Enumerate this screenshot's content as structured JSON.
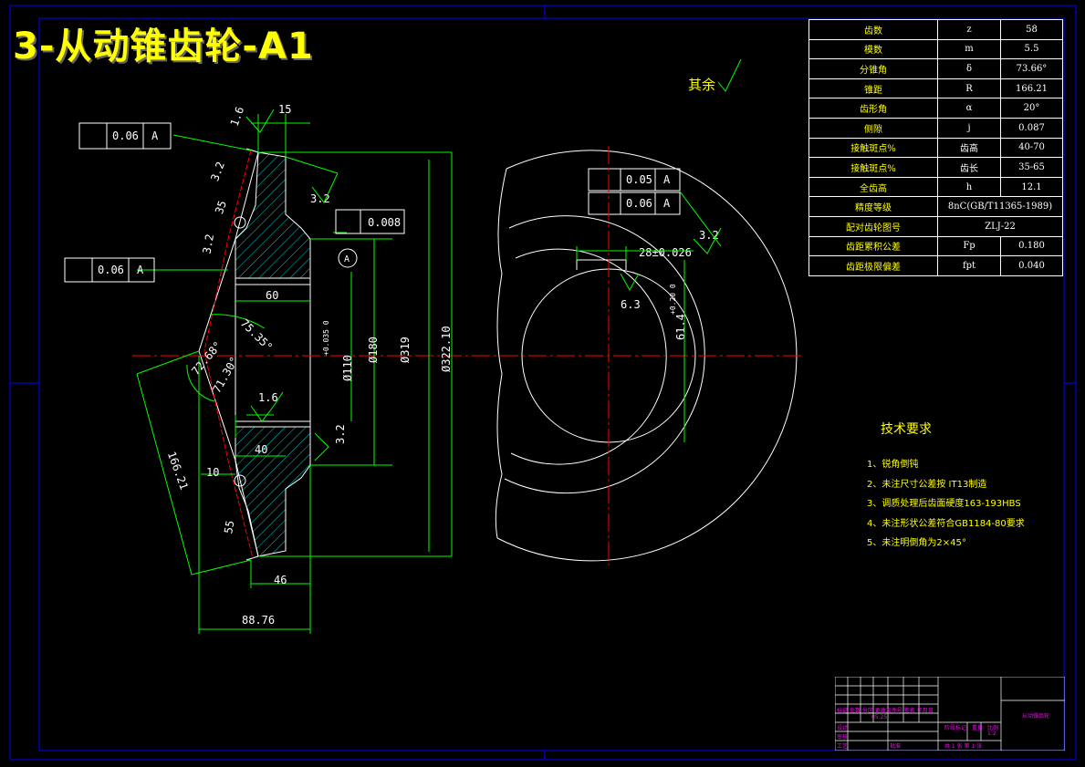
{
  "title": "3-从动锥齿轮-A1",
  "other_surfaces_note": "其余",
  "params": [
    {
      "name": "齿数",
      "symbol": "z",
      "value": "58"
    },
    {
      "name": "模数",
      "symbol": "m",
      "value": "5.5"
    },
    {
      "name": "分锥角",
      "symbol": "δ",
      "value": "73.66°"
    },
    {
      "name": "锥距",
      "symbol": "R",
      "value": "166.21"
    },
    {
      "name": "齿形角",
      "symbol": "α",
      "value": "20°"
    },
    {
      "name": "侧隙",
      "symbol": "j",
      "value": "0.087"
    },
    {
      "name": "接触斑点%",
      "symbol": "齿高",
      "value": "40-70"
    },
    {
      "name": "接触斑点%",
      "symbol": "齿长",
      "value": "35-65"
    },
    {
      "name": "全齿高",
      "symbol": "h",
      "value": "12.1"
    },
    {
      "name": "精度等级",
      "span": "8nC(GB/T11365-1989)"
    },
    {
      "name": "配对齿轮图号",
      "span": "ZLJ-22"
    },
    {
      "name": "齿距累积公差",
      "symbol": "Fp",
      "value": "0.180"
    },
    {
      "name": "齿距极限偏差",
      "symbol": "fpt",
      "value": "0.040"
    }
  ],
  "tech": {
    "heading": "技术要求",
    "items": [
      "1、锐角倒钝",
      "2、未注尺寸公差按 IT13制造",
      "3、调质处理后齿面硬度163-193HBS",
      "4、未注形状公差符合GB1184-80要求",
      "5、未注明倒角为2×45°"
    ]
  },
  "dims": {
    "d15": "15",
    "d16a": "1.6",
    "d32a": "3.2",
    "d32b": "3.2",
    "d32c": "3.2",
    "d32d": "3.2",
    "d32e": "3.2",
    "d35a": "35",
    "d35b": "55",
    "d60": "60",
    "d40": "40",
    "d10": "10",
    "d46": "46",
    "d8876": "88.76",
    "d16b": "1.6",
    "d16621": "166.21",
    "d110": "Ø110",
    "d110tol": "+0.035 0",
    "d180": "Ø180",
    "d319": "Ø319",
    "d32210": "Ø322.10",
    "ang1": "75.35°",
    "ang2": "72.68°",
    "ang3": "71.30°",
    "fcf1_val": "0.06",
    "fcf1_ref": "A",
    "fcf2_val": "0.06",
    "fcf2_ref": "A",
    "fcf3_val": "0.008",
    "datum": "A",
    "fcf4_val": "0.05",
    "fcf4_ref": "A",
    "fcf5_val": "0.06",
    "fcf5_ref": "A",
    "key_width": "28±0.026",
    "key_depth": "61.4",
    "key_tol": "+0.20 0",
    "d63": "6.3",
    "d32f": "3.2"
  },
  "title_block": {
    "name": "从动锥齿轮",
    "scale_label": "比例",
    "scale": "1:2",
    "sheet": "共 1 张 第 1 张",
    "date": "05.25",
    "row_labels": [
      "标记",
      "处数",
      "分区",
      "更改文件号",
      "签名",
      "年月日"
    ],
    "left_labels": [
      "设计",
      "审核",
      "工艺"
    ],
    "right_labels": [
      "标准化",
      "批准"
    ],
    "stage_labels": [
      "阶段标记",
      "重量",
      "比例"
    ]
  },
  "colors": {
    "frame": "#0000ff",
    "outline": "#ffffff",
    "dimension": "#00ff00",
    "center": "#ff0000",
    "hatch": "#00ffff",
    "title": "#ffff00",
    "tb_text": "#ff00ff"
  }
}
